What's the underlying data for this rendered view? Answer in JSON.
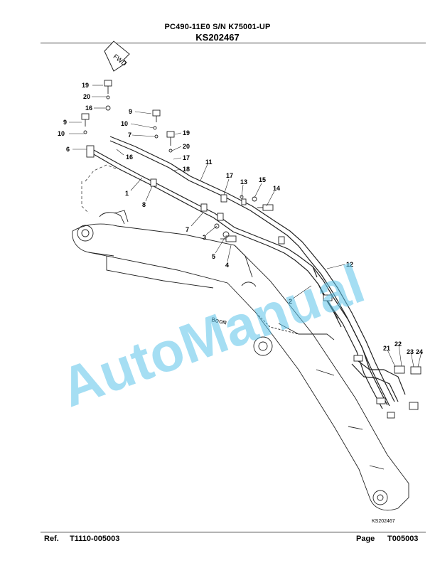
{
  "header": {
    "model_line": "PC490-11E0 S/N K75001-UP",
    "drawing_code": "KS202467"
  },
  "diagram": {
    "fwd_label": "FWD",
    "boom_label": "Boom",
    "drawing_ref": "KS202467",
    "callouts": [
      "19",
      "20",
      "16",
      "9",
      "10",
      "6",
      "9",
      "10",
      "7",
      "19",
      "20",
      "16",
      "17",
      "18",
      "11",
      "1",
      "8",
      "17",
      "13",
      "15",
      "14",
      "7",
      "3",
      "5",
      "4",
      "12",
      "2",
      "21",
      "22",
      "23",
      "24"
    ]
  },
  "watermark": "AutoManual",
  "footer": {
    "ref_label": "Ref.",
    "ref_value": "T1110-005003",
    "page_label": "Page",
    "page_value": "T005003"
  }
}
